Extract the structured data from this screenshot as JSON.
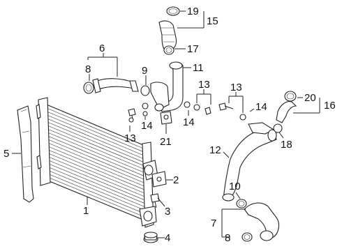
{
  "diagram": {
    "callouts": [
      {
        "id": "c1",
        "label": "1"
      },
      {
        "id": "c2",
        "label": "2"
      },
      {
        "id": "c3",
        "label": "3"
      },
      {
        "id": "c4",
        "label": "4"
      },
      {
        "id": "c5",
        "label": "5"
      },
      {
        "id": "c6",
        "label": "6"
      },
      {
        "id": "c7",
        "label": "7"
      },
      {
        "id": "c8a",
        "label": "8"
      },
      {
        "id": "c8b",
        "label": "8"
      },
      {
        "id": "c9",
        "label": "9"
      },
      {
        "id": "c10",
        "label": "10"
      },
      {
        "id": "c11",
        "label": "11"
      },
      {
        "id": "c12",
        "label": "12"
      },
      {
        "id": "c13a",
        "label": "13"
      },
      {
        "id": "c13b",
        "label": "13"
      },
      {
        "id": "c13c",
        "label": "13"
      },
      {
        "id": "c14a",
        "label": "14"
      },
      {
        "id": "c14b",
        "label": "14"
      },
      {
        "id": "c14c",
        "label": "14"
      },
      {
        "id": "c15",
        "label": "15"
      },
      {
        "id": "c16",
        "label": "16"
      },
      {
        "id": "c17",
        "label": "17"
      },
      {
        "id": "c18",
        "label": "18"
      },
      {
        "id": "c19",
        "label": "19"
      },
      {
        "id": "c20",
        "label": "20"
      },
      {
        "id": "c21",
        "label": "21"
      }
    ]
  }
}
